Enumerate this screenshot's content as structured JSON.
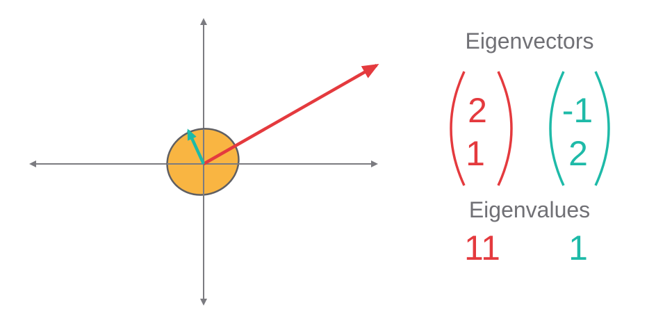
{
  "colors": {
    "axis": "#7b7b80",
    "ellipse_fill": "#f9b542",
    "ellipse_stroke": "#5f5f63",
    "red": "#e43a3e",
    "teal": "#1ebaa8",
    "label_gray": "#707075"
  },
  "headings": {
    "eigenvectors": "Eigenvectors",
    "eigenvalues": "Eigenvalues"
  },
  "vectors": [
    {
      "name": "red",
      "top": "2",
      "bottom": "1",
      "eigenvalue": "11"
    },
    {
      "name": "teal",
      "top": "-1",
      "bottom": "2",
      "eigenvalue": "1"
    }
  ]
}
